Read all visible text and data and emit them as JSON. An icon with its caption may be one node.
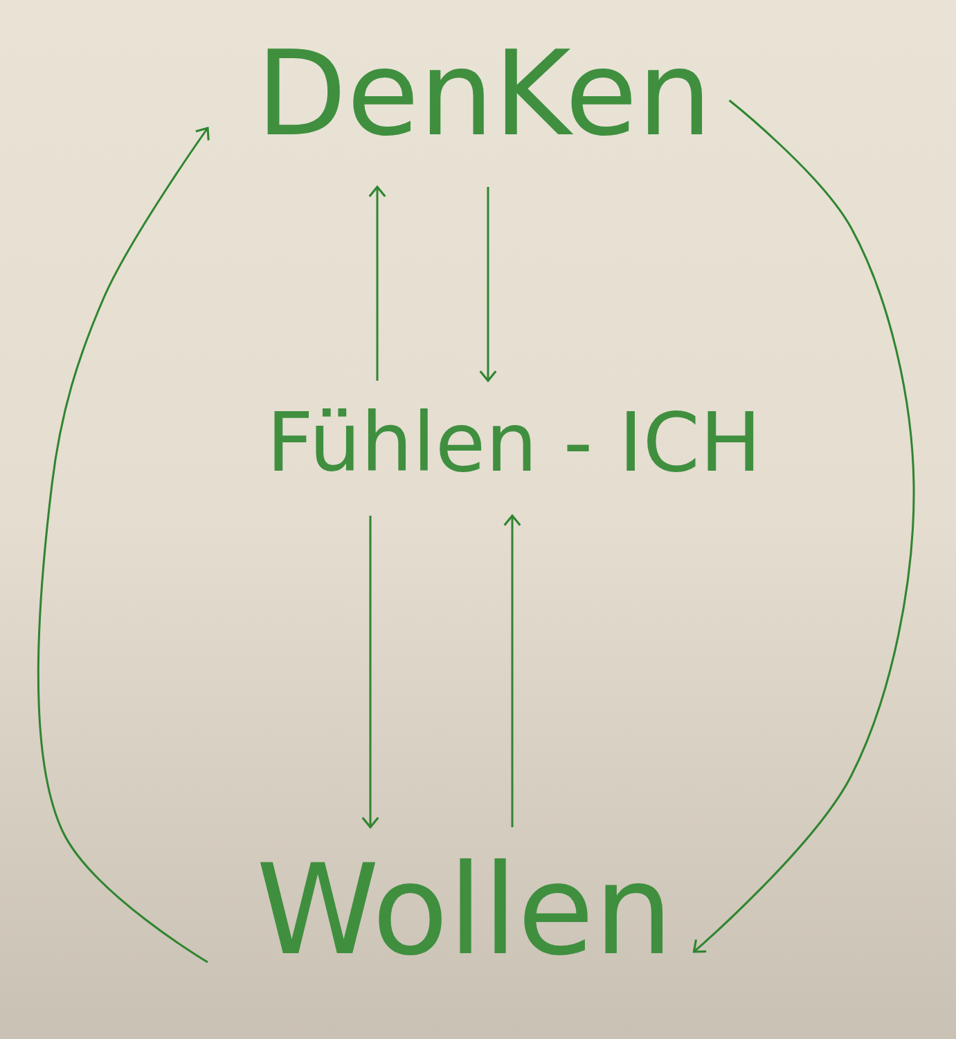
{
  "diagram": {
    "nodes": [
      {
        "text": [
          "DenKen"
        ]
      },
      {
        "text": [
          "Fühlen - ICH"
        ]
      },
      {
        "text": [
          "Wollen"
        ]
      }
    ],
    "edges": [
      {
        "from": 1,
        "to": 0,
        "arrow": "to"
      },
      {
        "from": 0,
        "to": 1,
        "arrow": "to"
      },
      {
        "from": 1,
        "to": 2,
        "arrow": "to"
      },
      {
        "from": 2,
        "to": 1,
        "arrow": "to"
      },
      {
        "from": 0,
        "to": 2,
        "arrow": "to"
      },
      {
        "from": 2,
        "to": 0,
        "arrow": "to"
      }
    ]
  }
}
